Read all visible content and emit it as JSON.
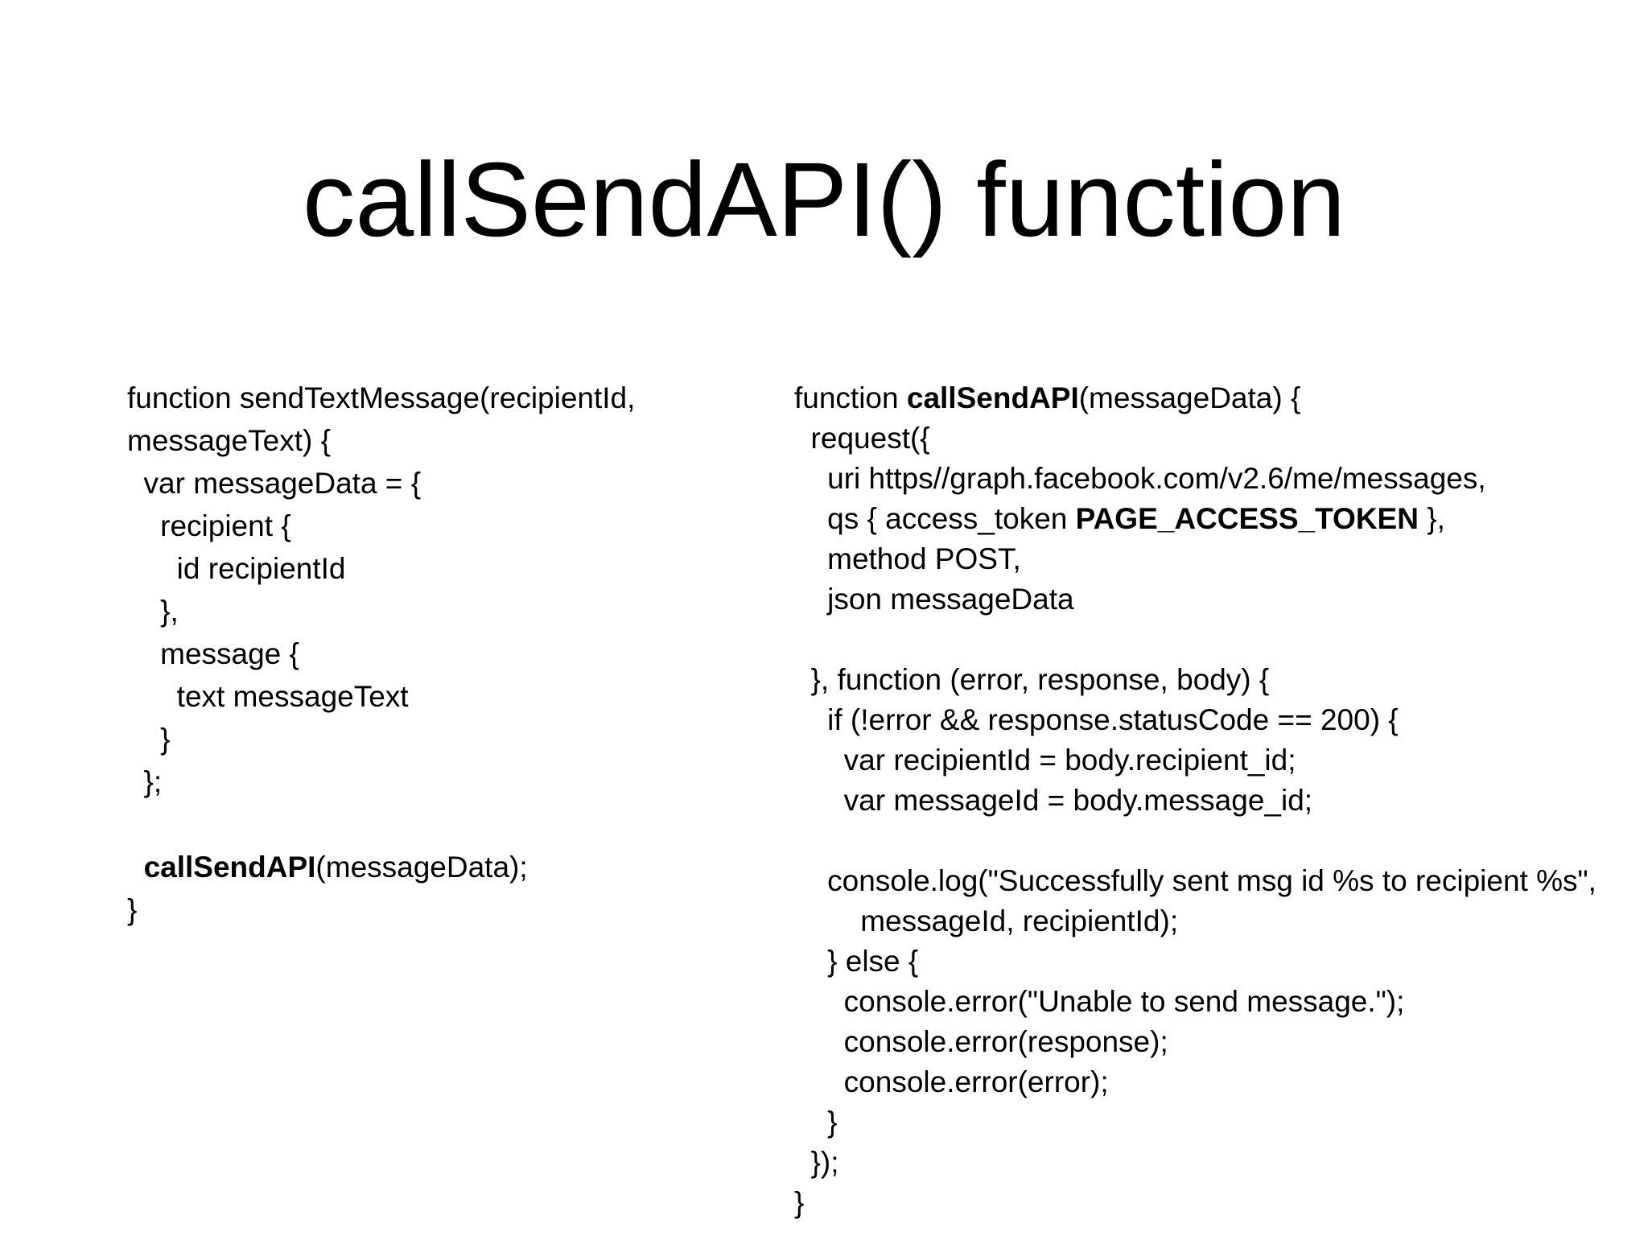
{
  "slide": {
    "title": "callSendAPI() function",
    "background_color": "#ffffff",
    "text_color": "#000000"
  },
  "code_left": {
    "lines": [
      {
        "segments": [
          {
            "text": "function sendTextMessage(recipientId,",
            "bold": false
          }
        ]
      },
      {
        "segments": [
          {
            "text": "messageText) {",
            "bold": false
          }
        ]
      },
      {
        "segments": [
          {
            "text": "  var messageData = {",
            "bold": false
          }
        ]
      },
      {
        "segments": [
          {
            "text": "    recipient {",
            "bold": false
          }
        ]
      },
      {
        "segments": [
          {
            "text": "      id recipientId",
            "bold": false
          }
        ]
      },
      {
        "segments": [
          {
            "text": "    },",
            "bold": false
          }
        ]
      },
      {
        "segments": [
          {
            "text": "    message {",
            "bold": false
          }
        ]
      },
      {
        "segments": [
          {
            "text": "      text messageText",
            "bold": false
          }
        ]
      },
      {
        "segments": [
          {
            "text": "    }",
            "bold": false
          }
        ]
      },
      {
        "segments": [
          {
            "text": "  };",
            "bold": false
          }
        ]
      },
      {
        "segments": []
      },
      {
        "segments": [
          {
            "text": "  ",
            "bold": false
          },
          {
            "text": "callSendAPI",
            "bold": true
          },
          {
            "text": "(messageData);",
            "bold": false
          }
        ]
      },
      {
        "segments": [
          {
            "text": "}",
            "bold": false
          }
        ]
      }
    ]
  },
  "code_right": {
    "lines": [
      {
        "segments": [
          {
            "text": "function ",
            "bold": false
          },
          {
            "text": "callSendAPI",
            "bold": true
          },
          {
            "text": "(messageData) {",
            "bold": false
          }
        ]
      },
      {
        "segments": [
          {
            "text": "  request({",
            "bold": false
          }
        ]
      },
      {
        "segments": [
          {
            "text": "    uri https//graph.facebook.com/v2.6/me/messages,",
            "bold": false
          }
        ]
      },
      {
        "segments": [
          {
            "text": "    qs { access_token ",
            "bold": false
          },
          {
            "text": "PAGE_ACCESS_TOKEN",
            "bold": true
          },
          {
            "text": " },",
            "bold": false
          }
        ]
      },
      {
        "segments": [
          {
            "text": "    method POST,",
            "bold": false
          }
        ]
      },
      {
        "segments": [
          {
            "text": "    json messageData",
            "bold": false
          }
        ]
      },
      {
        "segments": []
      },
      {
        "segments": [
          {
            "text": "  }, function (error, response, body) {",
            "bold": false
          }
        ]
      },
      {
        "segments": [
          {
            "text": "    if (!error && response.statusCode == 200) {",
            "bold": false
          }
        ]
      },
      {
        "segments": [
          {
            "text": "      var recipientId = body.recipient_id;",
            "bold": false
          }
        ]
      },
      {
        "segments": [
          {
            "text": "      var messageId = body.message_id;",
            "bold": false
          }
        ]
      },
      {
        "segments": []
      },
      {
        "segments": [
          {
            "text": "    console.log(\"Successfully sent msg id %s to recipient %s\",",
            "bold": false
          }
        ]
      },
      {
        "segments": [
          {
            "text": "        messageId, recipientId);",
            "bold": false
          }
        ]
      },
      {
        "segments": [
          {
            "text": "    } else {",
            "bold": false
          }
        ]
      },
      {
        "segments": [
          {
            "text": "      console.error(\"Unable to send message.\");",
            "bold": false
          }
        ]
      },
      {
        "segments": [
          {
            "text": "      console.error(response);",
            "bold": false
          }
        ]
      },
      {
        "segments": [
          {
            "text": "      console.error(error);",
            "bold": false
          }
        ]
      },
      {
        "segments": [
          {
            "text": "    }",
            "bold": false
          }
        ]
      },
      {
        "segments": [
          {
            "text": "  });",
            "bold": false
          }
        ]
      },
      {
        "segments": [
          {
            "text": "}",
            "bold": false
          }
        ]
      }
    ]
  }
}
